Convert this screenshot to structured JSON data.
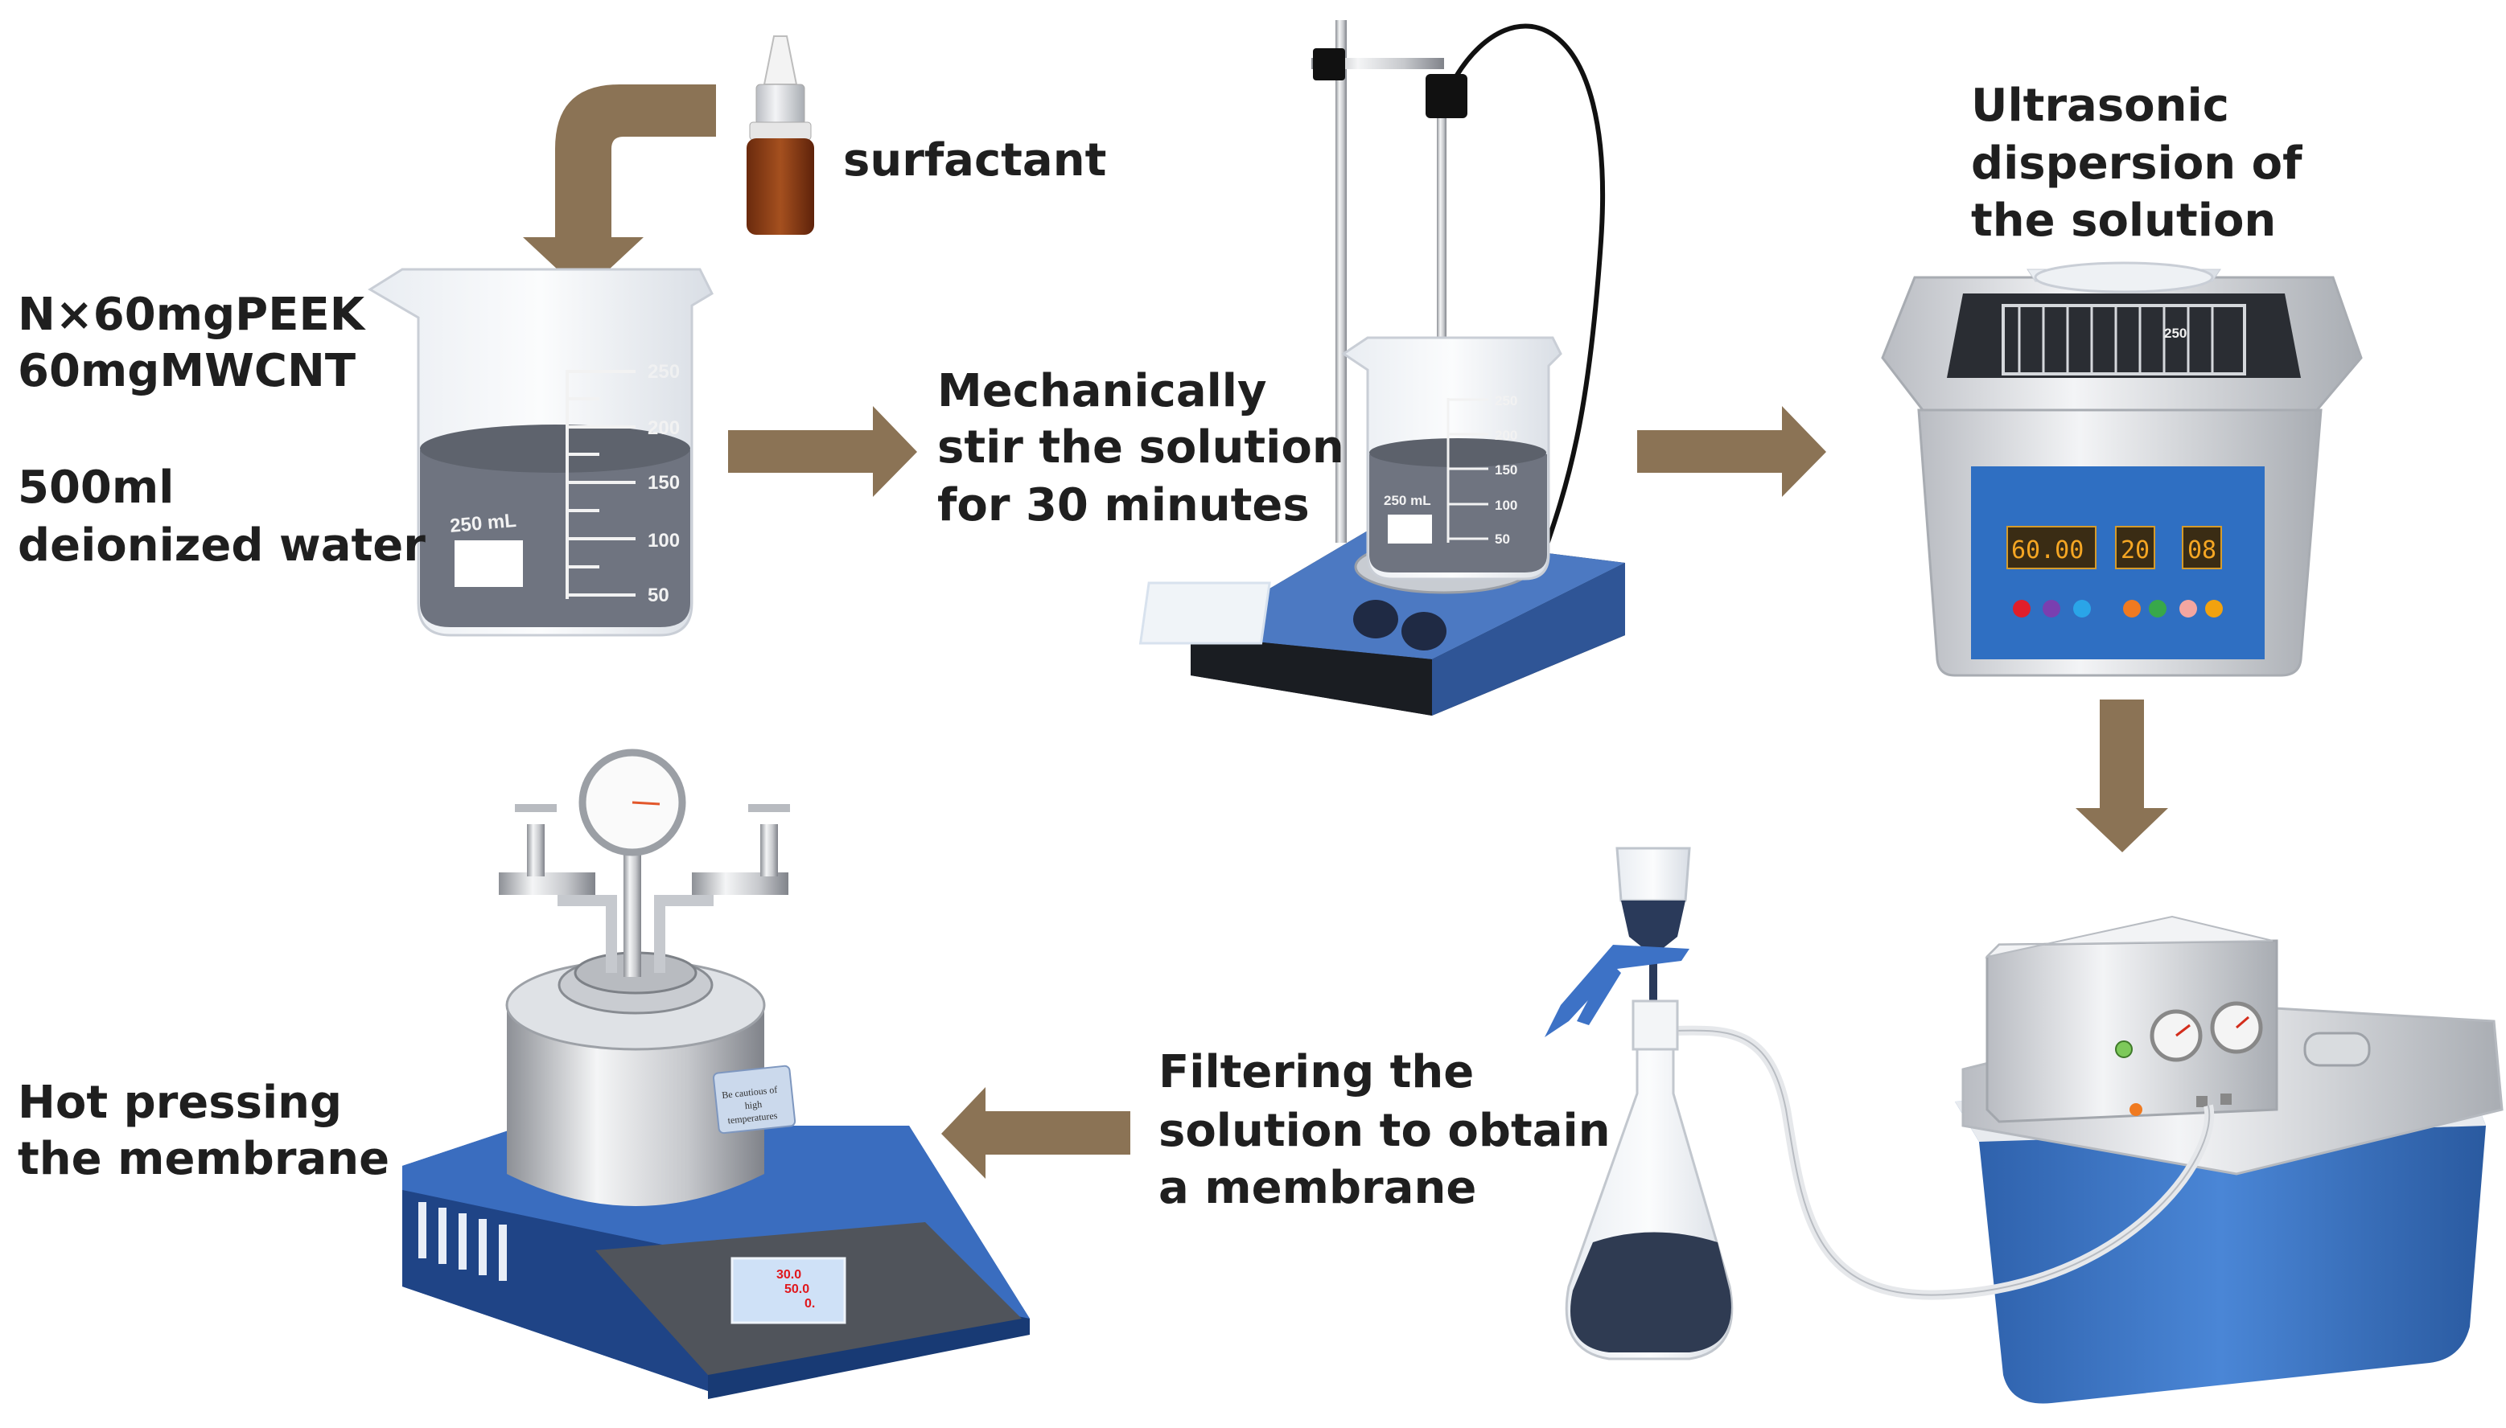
{
  "labels": {
    "surfactant": "surfactant",
    "materials": [
      "N×60mgPEEK",
      "60mgMWCNT",
      "",
      "500ml",
      "deionized water"
    ],
    "stir": [
      "Mechanically",
      "stir the solution",
      "for 30 minutes"
    ],
    "ultrasonic": [
      "Ultrasonic",
      "dispersion of",
      "the solution"
    ],
    "filter": [
      "Filtering the",
      "solution to obtain",
      "a membrane"
    ],
    "press": [
      "Hot pressing",
      "the membrane"
    ]
  },
  "beaker_large": {
    "volume": "250 mL",
    "ticks": [
      "250",
      "200",
      "150",
      "100",
      "50"
    ]
  },
  "beaker_small": {
    "volume": "250 mL",
    "ticks": [
      "250",
      "200",
      "150",
      "100",
      "50"
    ]
  },
  "ultrasonic_display": {
    "value": "60.00",
    "temp": "20",
    "time": "08",
    "basket_tick": "250"
  },
  "press_display": [
    "30.0",
    "50.0",
    "0."
  ],
  "warning_label": [
    "Be cautious of",
    "high",
    "temperatures"
  ],
  "colors": {
    "arrow": "#8b7355",
    "text": "#1f1f1f",
    "blue": "#3f6fb6",
    "liquid_gray": "#6f7480",
    "liquid_dark": "#2f3b52"
  }
}
